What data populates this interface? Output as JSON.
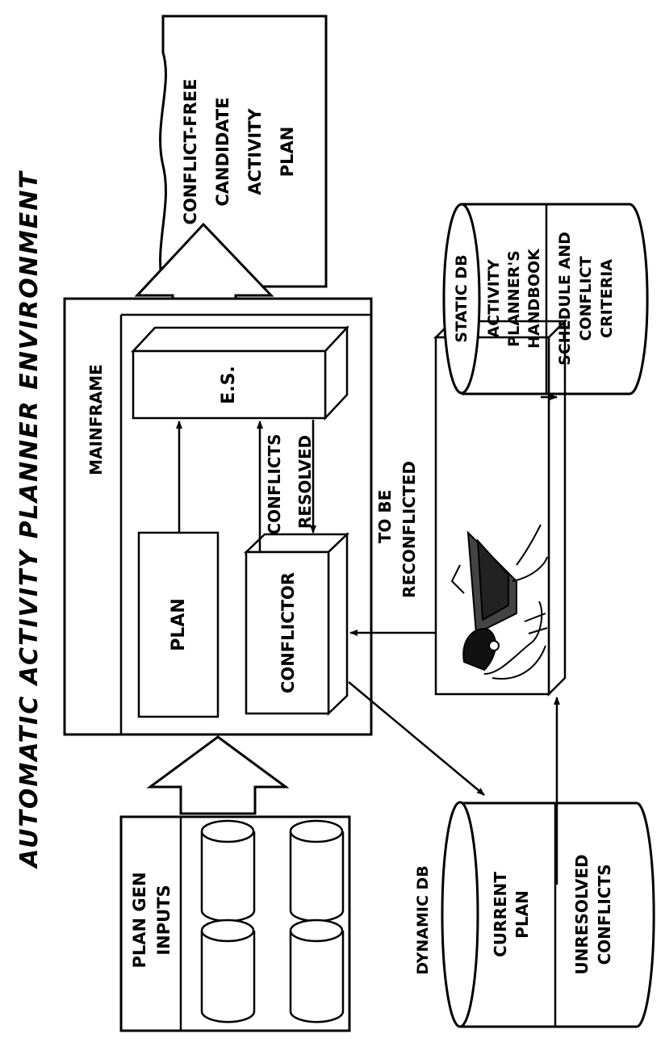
{
  "title": "AUTOMATIC ACTIVITY PLANNER ENVIRONMENT",
  "output_doc": {
    "lines": [
      "CONFLICT-FREE",
      "CANDIDATE",
      "ACTIVITY",
      "PLAN"
    ]
  },
  "mainframe": {
    "label": "MAINFRAME",
    "es_label": "E.S.",
    "plan_label": "PLAN",
    "conflictor_label": "CONFLICTOR",
    "conflicts_label": "CONFLICTS",
    "resolved_label": "RESOLVED"
  },
  "inputs": {
    "lines": [
      "PLAN GEN",
      "INPUTS"
    ]
  },
  "reconflict": {
    "lines": [
      "TO BE",
      "RECONFLICTED"
    ]
  },
  "static_db": {
    "header": "STATIC DB",
    "section1": [
      "ACTIVITY",
      "PLANNER'S",
      "HANDBOOK"
    ],
    "section2": [
      "SCHEDULE AND",
      "CONFLICT",
      "CRITERIA"
    ]
  },
  "dynamic_db": {
    "header": "DYNAMIC DB",
    "section1": [
      "CURRENT",
      "PLAN"
    ],
    "section2": [
      "UNRESOLVED",
      "CONFLICTS"
    ]
  },
  "workstation": {
    "icon": "operator-at-terminal-illustration"
  }
}
